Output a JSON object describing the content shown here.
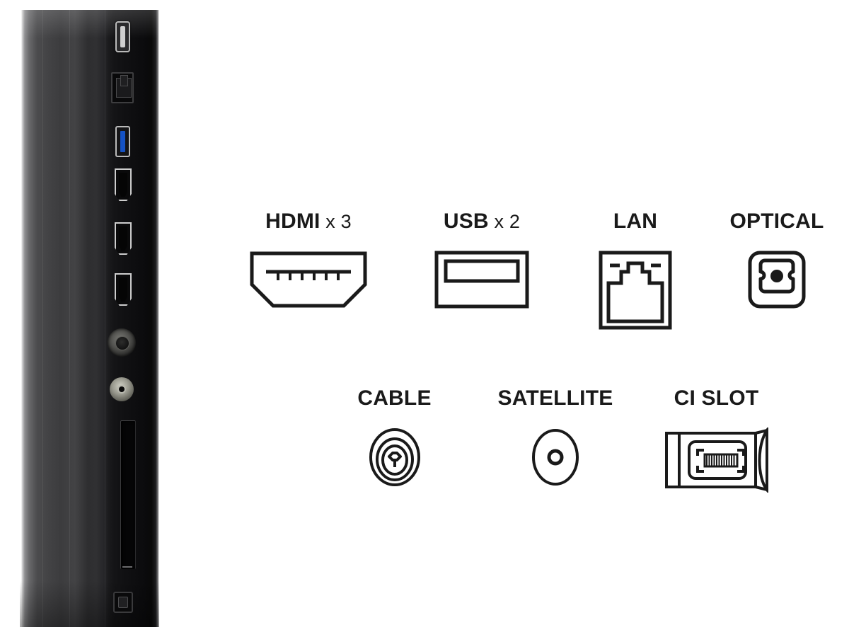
{
  "image": {
    "subject": "TV side connection panel and port legend",
    "background_color": "#ffffff",
    "icon_stroke_color": "#1a1a1a"
  },
  "panel": {
    "name": "tv-side-panel-photo",
    "body_color": "#1a1a1c",
    "ports": [
      {
        "id": "usb-port-top",
        "type": "USB"
      },
      {
        "id": "lan-port",
        "type": "LAN"
      },
      {
        "id": "usb-port-blue",
        "type": "USB 3.0",
        "color": "#1552c4"
      },
      {
        "id": "hdmi-port-1",
        "type": "HDMI"
      },
      {
        "id": "hdmi-port-2",
        "type": "HDMI"
      },
      {
        "id": "hdmi-port-3",
        "type": "HDMI"
      },
      {
        "id": "cable-coax-port",
        "type": "CABLE"
      },
      {
        "id": "satellite-f-port",
        "type": "SATELLITE"
      },
      {
        "id": "ci-slot-port",
        "type": "CI SLOT"
      },
      {
        "id": "optical-port",
        "type": "OPTICAL"
      }
    ]
  },
  "legend": {
    "rows": [
      {
        "id": "row-top",
        "items": [
          {
            "id": "hdmi",
            "label": "HDMI",
            "multiplier": "x 3",
            "icon": "hdmi-icon"
          },
          {
            "id": "usb",
            "label": "USB",
            "multiplier": "x 2",
            "icon": "usb-icon"
          },
          {
            "id": "lan",
            "label": "LAN",
            "multiplier": "",
            "icon": "lan-icon"
          },
          {
            "id": "optical",
            "label": "OPTICAL",
            "multiplier": "",
            "icon": "optical-icon"
          }
        ]
      },
      {
        "id": "row-bottom",
        "items": [
          {
            "id": "cable",
            "label": "CABLE",
            "multiplier": "",
            "icon": "coax-icon"
          },
          {
            "id": "satellite",
            "label": "SATELLITE",
            "multiplier": "",
            "icon": "f-connector-icon"
          },
          {
            "id": "cislot",
            "label": "CI SLOT",
            "multiplier": "",
            "icon": "ci-card-icon"
          }
        ]
      }
    ]
  }
}
